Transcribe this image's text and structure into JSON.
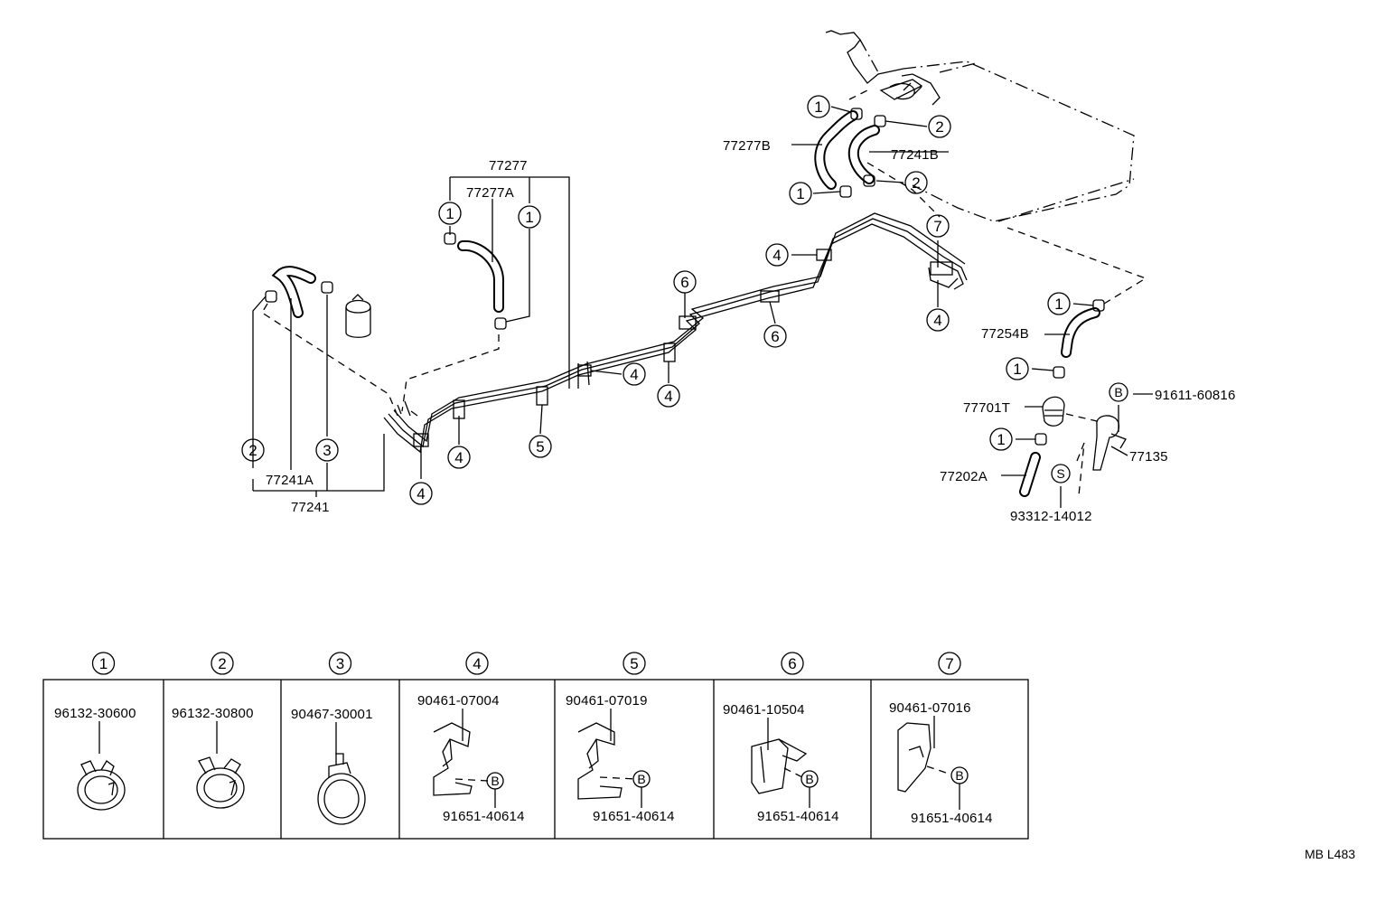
{
  "callouts": {
    "c1": "1",
    "c2": "2",
    "c3": "3",
    "c4": "4",
    "c5": "5",
    "c6": "6",
    "c7": "7",
    "cB": "B",
    "cS": "S"
  },
  "parts": {
    "p77277": "77277",
    "p77277A": "77277A",
    "p77277B": "77277B",
    "p77241": "77241",
    "p77241A": "77241A",
    "p77241B": "77241B",
    "p77254B": "77254B",
    "p77701T": "77701T",
    "p77135": "77135",
    "p77202A": "77202A",
    "p91611": "91611-60816",
    "p93312": "93312-14012"
  },
  "legend": {
    "items": [
      {
        "num": "1",
        "part": "96132-30600",
        "bolt": ""
      },
      {
        "num": "2",
        "part": "96132-30800",
        "bolt": ""
      },
      {
        "num": "3",
        "part": "90467-30001",
        "bolt": ""
      },
      {
        "num": "4",
        "part": "90461-07004",
        "bolt": "91651-40614"
      },
      {
        "num": "5",
        "part": "90461-07019",
        "bolt": "91651-40614"
      },
      {
        "num": "6",
        "part": "90461-10504",
        "bolt": "91651-40614"
      },
      {
        "num": "7",
        "part": "90461-07016",
        "bolt": "91651-40614"
      }
    ]
  },
  "ref_code": "MB L483"
}
